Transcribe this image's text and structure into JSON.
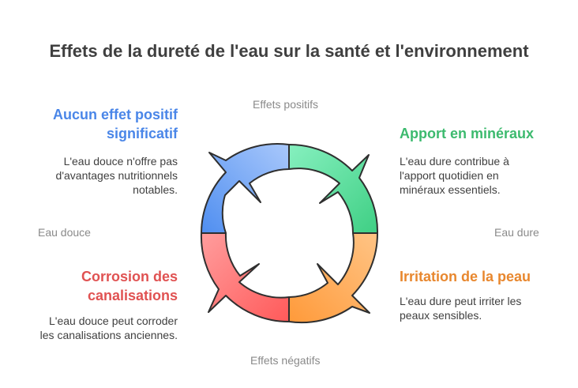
{
  "title": "Effets de la dureté de l'eau sur la santé et l'environnement",
  "axes": {
    "top": "Effets positifs",
    "bottom": "Effets négatifs",
    "left": "Eau douce",
    "right": "Eau dure"
  },
  "quadrants": {
    "top_left": {
      "heading": [
        "Aucun effet positif",
        "significatif"
      ],
      "desc": [
        "L'eau douce n'offre pas",
        "d'avantages nutritionnels",
        "notables."
      ],
      "color": "#4a86e8"
    },
    "top_right": {
      "heading": [
        "Apport en minéraux"
      ],
      "desc": [
        "L'eau dure contribue à",
        "l'apport quotidien en",
        "minéraux essentiels."
      ],
      "color": "#3cba6e"
    },
    "bottom_left": {
      "heading": [
        "Corrosion des",
        "canalisations"
      ],
      "desc": [
        "L'eau douce peut corroder",
        "les canalisations anciennes."
      ],
      "color": "#e05252"
    },
    "bottom_right": {
      "heading": [
        "Irritation de la peau"
      ],
      "desc": [
        "L'eau dure peut irriter les",
        "peaux sensibles."
      ],
      "color": "#e8872e"
    }
  }
}
